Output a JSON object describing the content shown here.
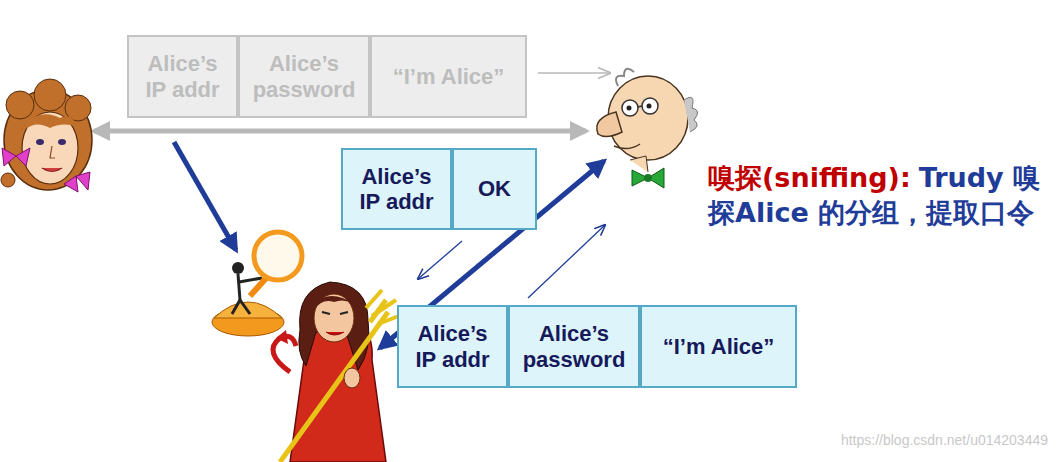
{
  "diagram": {
    "nodes": [
      {
        "text": [
          "Alice’s IP addr"
        ]
      },
      {
        "text": [
          "Alice’s password"
        ]
      },
      {
        "text": [
          "“I’m Alice”"
        ]
      },
      {
        "text": [
          "Alice’s IP addr"
        ]
      },
      {
        "text": [
          "OK"
        ]
      },
      {
        "text": [
          "Alice’s IP addr"
        ]
      },
      {
        "text": [
          "Alice’s password"
        ]
      },
      {
        "text": [
          "“I’m Alice”"
        ]
      }
    ],
    "labels": [
      "嗅探(sniffing):",
      "Trudy 嗅探Alice 的分组，提取口令",
      "https://blog.csdn.net/u014203449"
    ]
  }
}
